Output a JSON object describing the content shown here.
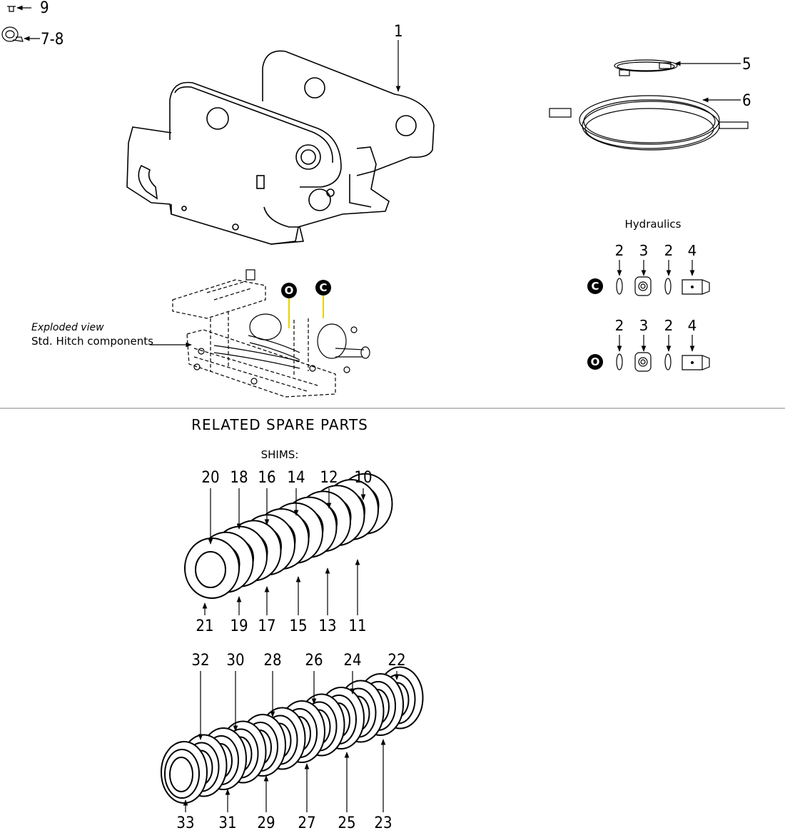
{
  "callouts": {
    "c9": "9",
    "c7_8": "7-8",
    "c1": "1",
    "c5": "5",
    "c6": "6"
  },
  "exploded": {
    "caption": "Exploded view",
    "label": "Std. Hitch components",
    "badge_o": "O",
    "badge_c": "C"
  },
  "hydraulics": {
    "title": "Hydraulics",
    "row_c": {
      "badge": "C",
      "numbers": [
        "2",
        "3",
        "2",
        "4"
      ]
    },
    "row_o": {
      "badge": "O",
      "numbers": [
        "2",
        "3",
        "2",
        "4"
      ]
    }
  },
  "spares": {
    "heading": "RELATED SPARE PARTS",
    "shims_label": "SHIMS:",
    "shims_top": [
      "20",
      "18",
      "16",
      "14",
      "12",
      "10"
    ],
    "shims_bottom": [
      "21",
      "19",
      "17",
      "15",
      "13",
      "11"
    ],
    "bushing_top": [
      "32",
      "30",
      "28",
      "26",
      "24",
      "22"
    ],
    "bushing_bottom": [
      "33",
      "31",
      "29",
      "27",
      "25",
      "23"
    ]
  }
}
